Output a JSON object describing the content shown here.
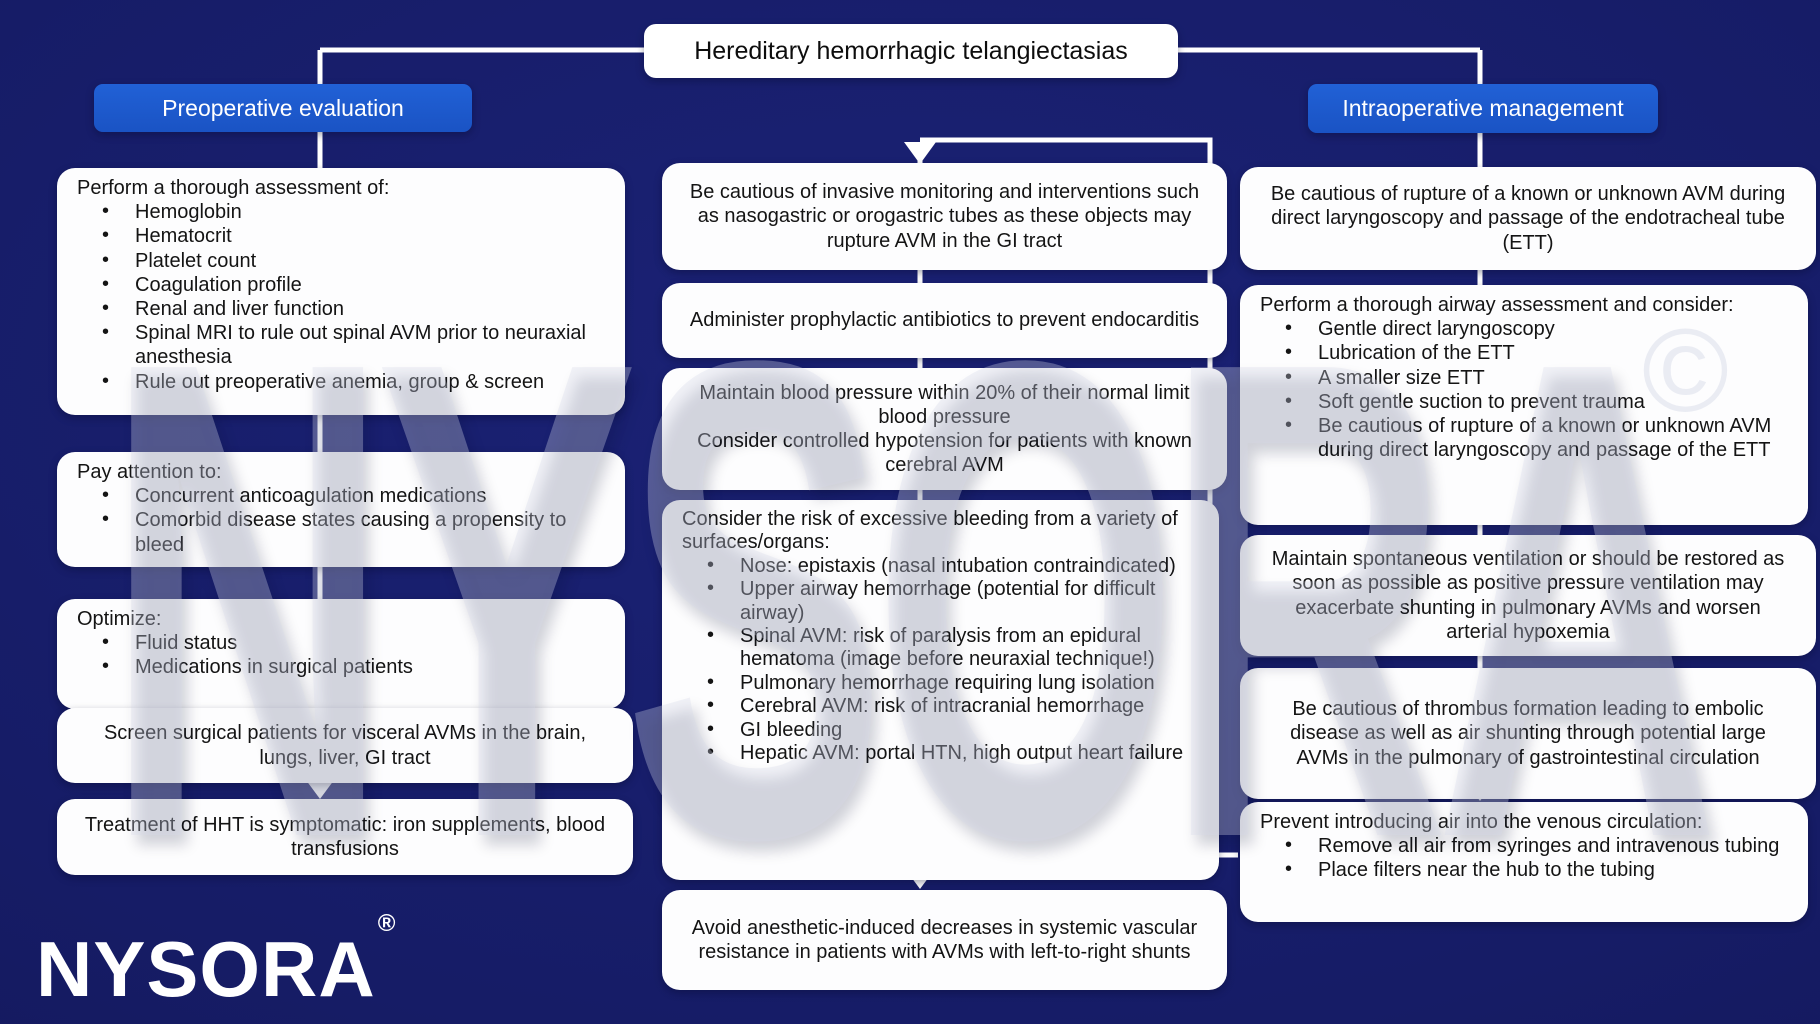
{
  "title": "Hereditary hemorrhagic telangiectasias",
  "watermark": {
    "brand": "NYSORA",
    "copyright": "©"
  },
  "logo": {
    "text": "NYSORA",
    "reg": "®"
  },
  "colors": {
    "background": "#161C66",
    "accent_blue": "#1B58CF",
    "box": "#FDFDFE",
    "text": "#141414",
    "line": "#FFFFFF"
  },
  "columns": {
    "left": {
      "header": "Preoperative evaluation",
      "boxes": [
        {
          "heading": "Perform a thorough assessment of:",
          "bullets": [
            "Hemoglobin",
            "Hematocrit",
            "Platelet count",
            "Coagulation profile",
            "Renal and liver function",
            "Spinal MRI to rule out spinal AVM prior to neuraxial anesthesia",
            "Rule out preoperative anemia, group & screen"
          ]
        },
        {
          "heading": "Pay attention to:",
          "bullets": [
            "Concurrent anticoagulation medications",
            "Comorbid disease states causing a propensity to bleed"
          ]
        },
        {
          "heading": "Optimize:",
          "bullets": [
            "Fluid status",
            "Medications in surgical patients"
          ]
        },
        {
          "text": "Screen surgical patients for visceral AVMs in the brain, lungs, liver, GI tract"
        },
        {
          "text": "Treatment of HHT is symptomatic: iron supplements, blood transfusions"
        }
      ]
    },
    "middle": {
      "boxes": [
        {
          "text": "Be cautious of invasive monitoring and interventions such as nasogastric or orogastric tubes as these objects may rupture AVM in the GI tract"
        },
        {
          "text": "Administer prophylactic antibiotics to prevent endocarditis"
        },
        {
          "text": "Maintain blood pressure within 20% of their normal limit blood pressure\nConsider controlled hypotension for patients with known cerebral AVM"
        },
        {
          "heading": "Consider the risk of excessive bleeding from a variety of surfaces/organs:",
          "bullets": [
            "Nose: epistaxis (nasal intubation contraindicated)",
            "Upper airway hemorrhage (potential for difficult airway)",
            "Spinal AVM: risk of paralysis from an epidural hematoma (image before neuraxial technique!)",
            "Pulmonary hemorrhage requiring lung isolation",
            "Cerebral AVM: risk of intracranial hemorrhage",
            "GI bleeding",
            "Hepatic AVM: portal HTN, high output heart failure"
          ]
        },
        {
          "text": "Avoid anesthetic-induced decreases in systemic vascular resistance in patients with AVMs with left-to-right shunts"
        }
      ]
    },
    "right": {
      "header": "Intraoperative management",
      "boxes": [
        {
          "text": "Be cautious of rupture of a known or unknown AVM during direct laryngoscopy and passage of the endotracheal tube (ETT)"
        },
        {
          "heading": "Perform a thorough airway assessment and consider:",
          "bullets": [
            "Gentle direct laryngoscopy",
            "Lubrication of the ETT",
            "A smaller size ETT",
            "Soft gentle suction to prevent trauma",
            "Be cautious of rupture of a known or unknown AVM during direct laryngoscopy and passage of the ETT"
          ]
        },
        {
          "text": "Maintain spontaneous ventilation or should be restored as soon as possible as positive pressure ventilation may exacerbate shunting in pulmonary AVMs and worsen arterial hypoxemia"
        },
        {
          "text": "Be cautious of thrombus formation leading to embolic disease as well as air shunting through potential large AVMs in the pulmonary of gastrointestinal circulation"
        },
        {
          "heading": "Prevent introducing air into the venous circulation:",
          "bullets": [
            "Remove all air from syringes and intravenous tubing",
            "Place filters near the hub to the tubing"
          ]
        }
      ]
    }
  }
}
